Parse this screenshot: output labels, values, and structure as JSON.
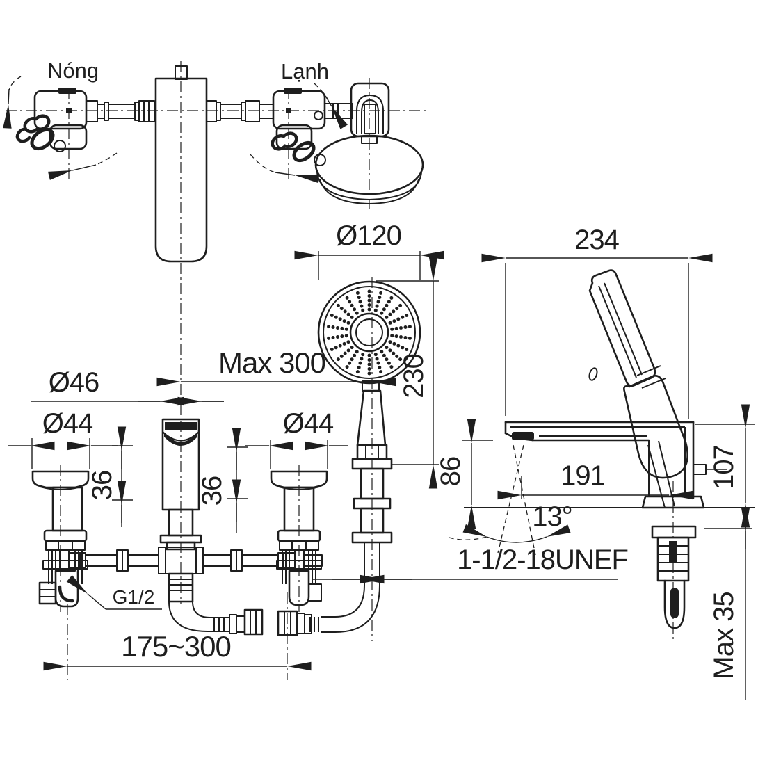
{
  "colors": {
    "line": "#1e1e1e",
    "background": "#ffffff"
  },
  "views": {
    "top": {
      "hot_label": "Nóng",
      "cold_label": "Lạnh"
    },
    "front": {
      "shower_head_diameter": "Ø120",
      "shower_hose_reach": "Max 300",
      "shower_height": "230",
      "spout_diameter": "Ø46",
      "left_handle_diameter": "Ø44",
      "right_handle_diameter": "Ø44",
      "left_handle_height": "36",
      "right_handle_height": "36",
      "inlet_thread": "G1/2",
      "inlet_span": "175~300"
    },
    "side": {
      "overall_depth": "234",
      "spout_clearance": "86",
      "spout_reach": "191",
      "spout_angle": "13°",
      "body_height": "107",
      "mount_thread": "1-1/2-18UNEF",
      "deck_thickness": "Max 35"
    }
  }
}
